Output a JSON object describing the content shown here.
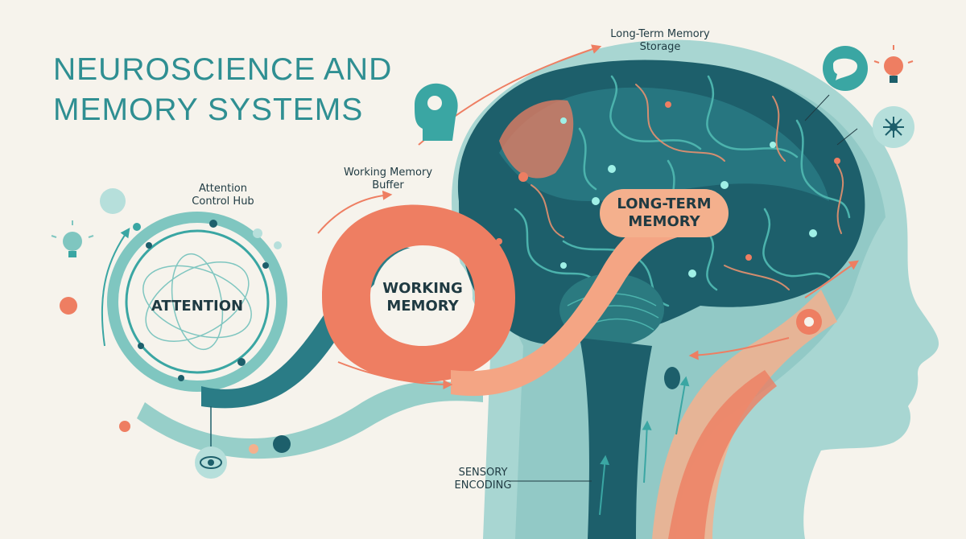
{
  "title": "NEUROSCIENCE AND MEMORY SYSTEMS",
  "labels": {
    "attention_hub": "Attention Control Hub",
    "attention": "ATTENTION",
    "working_buffer": "Working Memory Buffer",
    "working_memory": "WORKING MEMORY",
    "ltm_storage": "Long-Term Memory Storage",
    "ltm": "LONG-TERM MEMORY",
    "sensory": "SENSORY ENCODING"
  },
  "colors": {
    "background": "#f6f3ec",
    "teal": "#3aa6a3",
    "dark_teal": "#1d5f6b",
    "coral": "#ee7e62",
    "peach": "#f4b08d",
    "title": "#2f8f92"
  },
  "icons": [
    "lightbulb-icon",
    "brain-head-icon",
    "speech-brain-icon",
    "network-node-icon",
    "eye-bulb-icon"
  ]
}
